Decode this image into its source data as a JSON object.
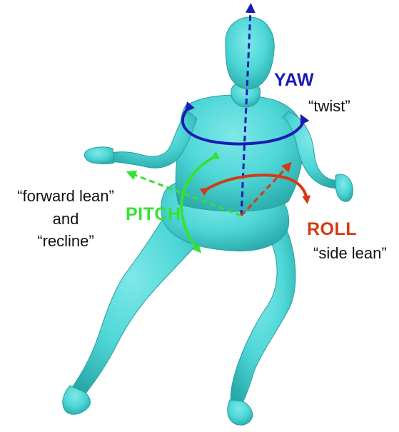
{
  "labels": {
    "yaw": "YAW",
    "yaw_desc": "“twist”",
    "pitch": "PITCH",
    "pitch_desc_1": "“forward lean”",
    "pitch_desc_2": "and",
    "pitch_desc_3": "“recline”",
    "roll": "ROLL",
    "roll_desc": "“side lean”"
  },
  "colors": {
    "yaw": "#1a1ab4",
    "pitch": "#33e233",
    "roll": "#d63a12",
    "body": "#4dd6d6",
    "body_shadow": "#2aa9a9"
  },
  "icons": {
    "figure": "seated-human-body-icon"
  }
}
